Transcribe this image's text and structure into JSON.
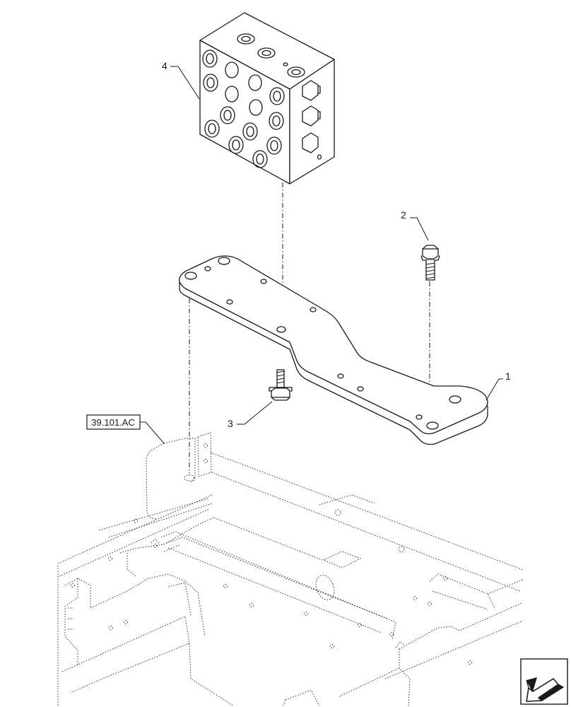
{
  "callouts": {
    "c1": "1",
    "c2": "2",
    "c3": "3",
    "c4": "4"
  },
  "reference": {
    "label": "39.101.AC"
  },
  "icons": {
    "nav": "direction-arrow-icon"
  }
}
